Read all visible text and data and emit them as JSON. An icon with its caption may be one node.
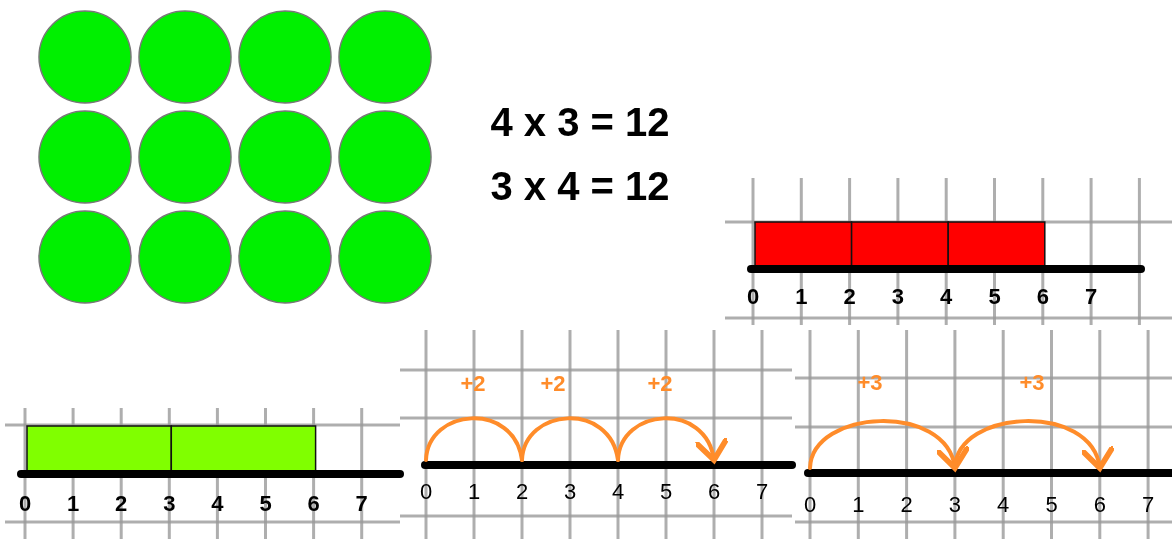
{
  "diagram": {
    "labels": [
      "4 x 3 = 12",
      "3 x 4 = 12",
      "0",
      "1",
      "2",
      "3",
      "4",
      "5",
      "6",
      "7",
      "0",
      "1",
      "2",
      "3",
      "4",
      "5",
      "6",
      "7",
      "+2",
      "+2",
      "+2",
      "0",
      "1",
      "2",
      "3",
      "4",
      "5",
      "6",
      "7",
      "+3",
      "+3",
      "0",
      "1",
      "2",
      "3",
      "4",
      "5",
      "6",
      "7"
    ]
  }
}
